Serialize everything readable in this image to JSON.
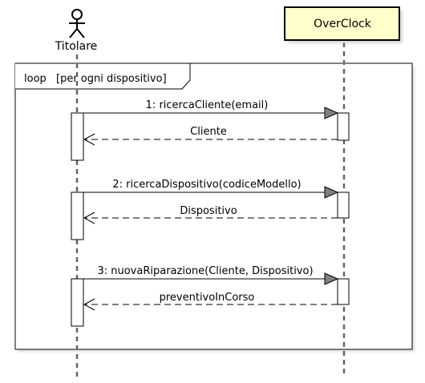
{
  "participants": {
    "actor": {
      "name": "Titolare"
    },
    "system": {
      "name": "OverClock"
    }
  },
  "fragment": {
    "operator": "loop",
    "guard": "[per ogni dispositivo]"
  },
  "messages": [
    {
      "label": "1: ricercaCliente(email)",
      "reply": "Cliente"
    },
    {
      "label": "2: ricercaDispositivo(codiceModello)",
      "reply": "Dispositivo"
    },
    {
      "label": "3: nuovaRiparazione(Cliente, Dispositivo)",
      "reply": "preventivoInCorso"
    }
  ],
  "colors": {
    "system_box_fill": "#FFFFCC",
    "arrowhead_fill": "#808080",
    "line": "#000000",
    "shadow": "#C8C8C8"
  }
}
